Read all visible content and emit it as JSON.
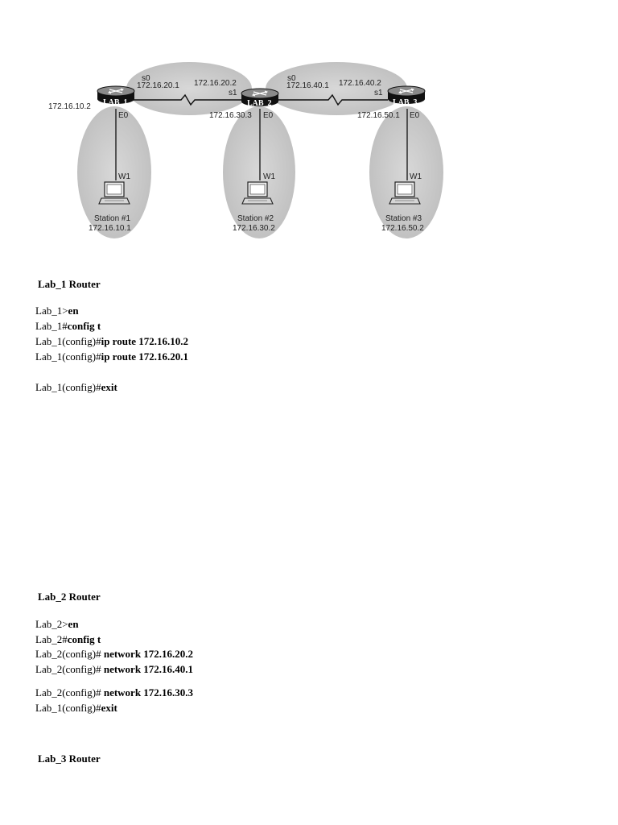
{
  "diagram": {
    "routers": [
      {
        "name": "LAB_1"
      },
      {
        "name": "LAB_2"
      },
      {
        "name": "LAB_3"
      }
    ],
    "labels": {
      "lab1_s0": "s0",
      "lab1_s0_ip": "172.16.20.1",
      "lab1_e0_ip": "172.16.10.2",
      "lab1_e0": "E0",
      "lab2_s1_ip": "172.16.20.2",
      "lab2_s1": "s1",
      "lab2_s0": "s0",
      "lab2_s0_ip": "172.16.40.1",
      "lab2_e0_ip": "172.16.30.3",
      "lab2_e0": "E0",
      "lab3_s1_ip": "172.16.40.2",
      "lab3_s1": "s1",
      "lab3_e0_ip": "172.16.50.1",
      "lab3_e0": "E0"
    },
    "stations": [
      {
        "iface": "W1",
        "name": "Station #1",
        "ip": "172.16.10.1"
      },
      {
        "iface": "W1",
        "name": "Station #2",
        "ip": "172.16.30.2"
      },
      {
        "iface": "W1",
        "name": "Station #3",
        "ip": "172.16.50.2"
      }
    ]
  },
  "sections": [
    {
      "heading": "Lab_1 Router",
      "lines": [
        {
          "prompt": "Lab_1>",
          "command": "en"
        },
        {
          "prompt": "Lab_1#",
          "command": "config t"
        },
        {
          "prompt": "Lab_1(config)#",
          "command": "ip route 172.16.10.2"
        },
        {
          "prompt": "Lab_1(config)#",
          "command": "ip route 172.16.20.1"
        },
        {
          "prompt": "Lab_1(config)#",
          "command": "exit"
        }
      ]
    },
    {
      "heading": "Lab_2 Router",
      "lines": [
        {
          "prompt": "Lab_2>",
          "command": "en"
        },
        {
          "prompt": "Lab_2#",
          "command": "config t"
        },
        {
          "prompt": "Lab_2(config)#",
          "command": " network 172.16.20.2"
        },
        {
          "prompt": "Lab_2(config)#",
          "command": " network 172.16.40.1"
        },
        {
          "prompt": "Lab_2(config)#",
          "command": " network 172.16.30.3"
        },
        {
          "prompt": "Lab_1(config)#",
          "command": "exit"
        }
      ]
    },
    {
      "heading": "Lab_3 Router",
      "lines": []
    }
  ]
}
